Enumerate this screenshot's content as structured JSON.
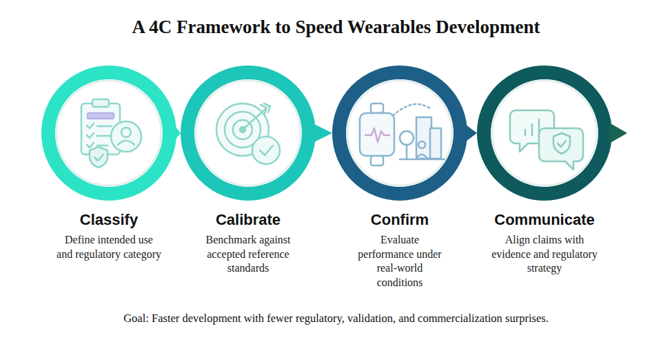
{
  "diagram": {
    "title": "A 4C Framework to Speed Wearables Development",
    "caption": "Goal: Faster development with fewer regulatory, validation, and commercialization surprises.",
    "nodes": [
      {
        "text": [
          "Classify",
          "Define intended use and regulatory category"
        ]
      },
      {
        "text": [
          "Calibrate",
          "Benchmark against accepted reference standards"
        ]
      },
      {
        "text": [
          "Confirm",
          "Evaluate performance under real-world conditions"
        ]
      },
      {
        "text": [
          "Communicate",
          "Align claims with evidence and regulatory strategy"
        ]
      }
    ],
    "edges": [
      {
        "from": 0,
        "to": 1,
        "arrow": "to"
      },
      {
        "from": 1,
        "to": 2,
        "arrow": "to"
      },
      {
        "from": 2,
        "to": 3,
        "arrow": "to"
      }
    ]
  }
}
